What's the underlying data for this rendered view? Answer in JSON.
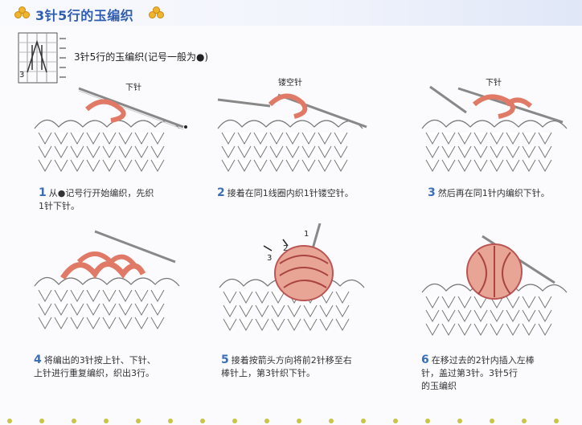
{
  "title": "3针5行的玉编织",
  "chart_caption": "3针5行的玉编织(记号一般为●)",
  "chart_row_number": "3",
  "labels": {
    "step1": "下针",
    "step2": "镂空针",
    "step3": "下针",
    "arrow1": "1",
    "arrow2": "2",
    "arrow3": "3"
  },
  "steps": [
    {
      "num": "1",
      "text": "从●记号行开始编织，先织",
      "text2": "1针下针。"
    },
    {
      "num": "2",
      "text": "接着在同1线圈内织1针镂空针。",
      "text2": ""
    },
    {
      "num": "3",
      "text": "然后再在同1针内编织下针。",
      "text2": ""
    },
    {
      "num": "4",
      "text": "将编出的3针按上针、下针、",
      "text2": "上针进行重复编织，织出3行。"
    },
    {
      "num": "5",
      "text": "接着按箭头方向将前2针移至右",
      "text2": "棒针上，第3针织下针。"
    },
    {
      "num": "6",
      "text": "在移过去的2针内插入左棒",
      "text2": "针，盖过第3针。3针5行"
    }
  ],
  "watermark": "的玉编织",
  "colors": {
    "accent": "#3a6fb8",
    "yarn": "#e07a67",
    "title": "#2f5db0"
  }
}
